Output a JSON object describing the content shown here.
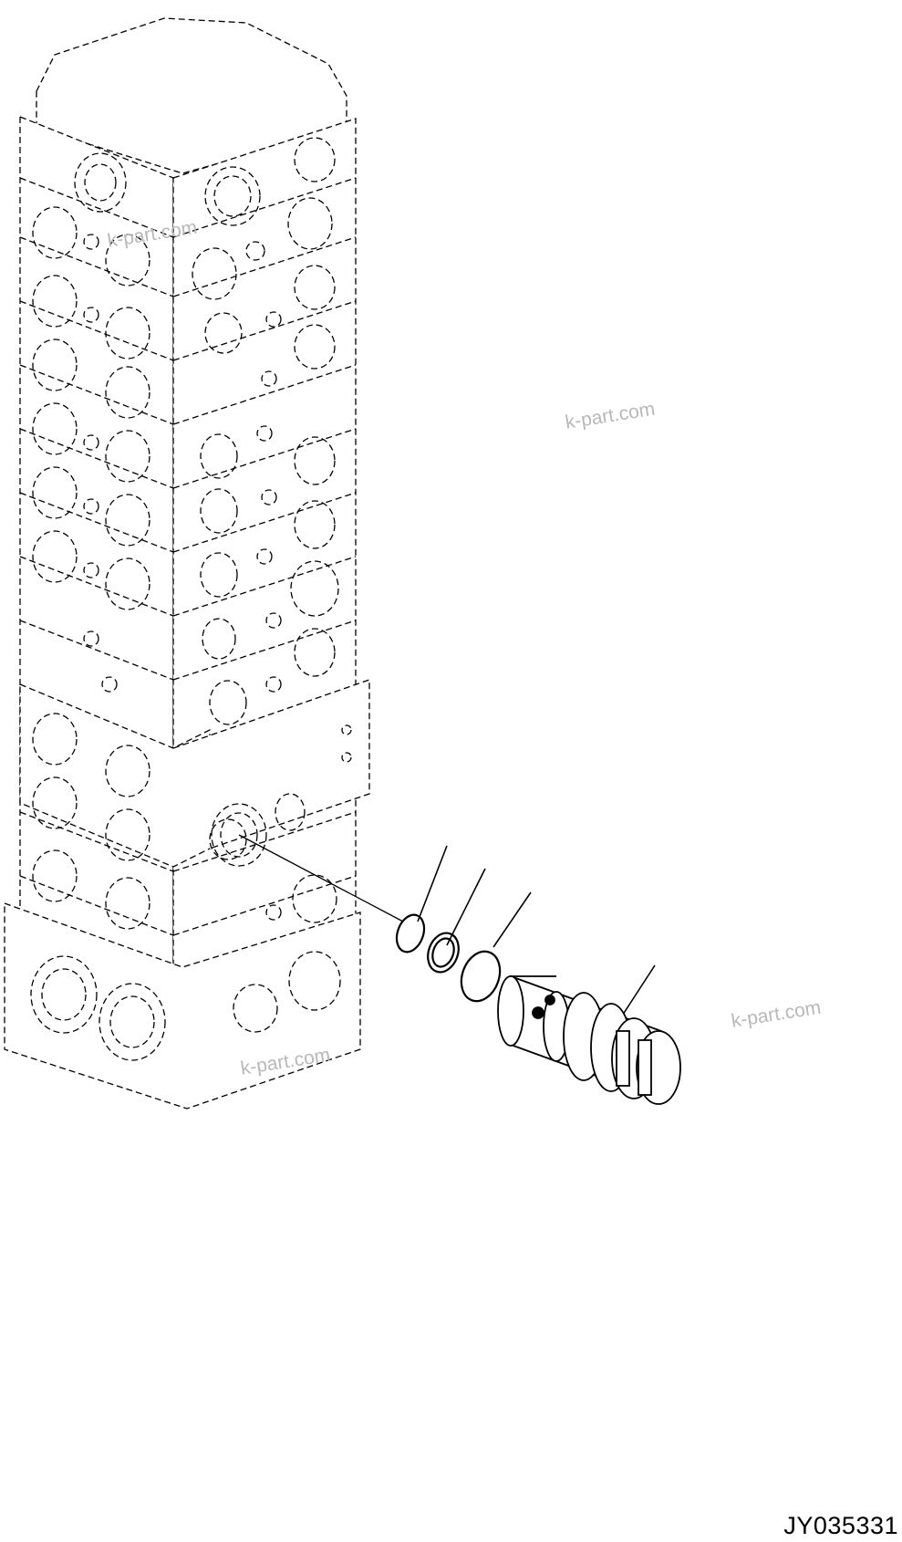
{
  "watermarks": [
    "k-part.com",
    "k-part.com",
    "k-part.com",
    "k-part.com"
  ],
  "drawing_code": "JY035331"
}
